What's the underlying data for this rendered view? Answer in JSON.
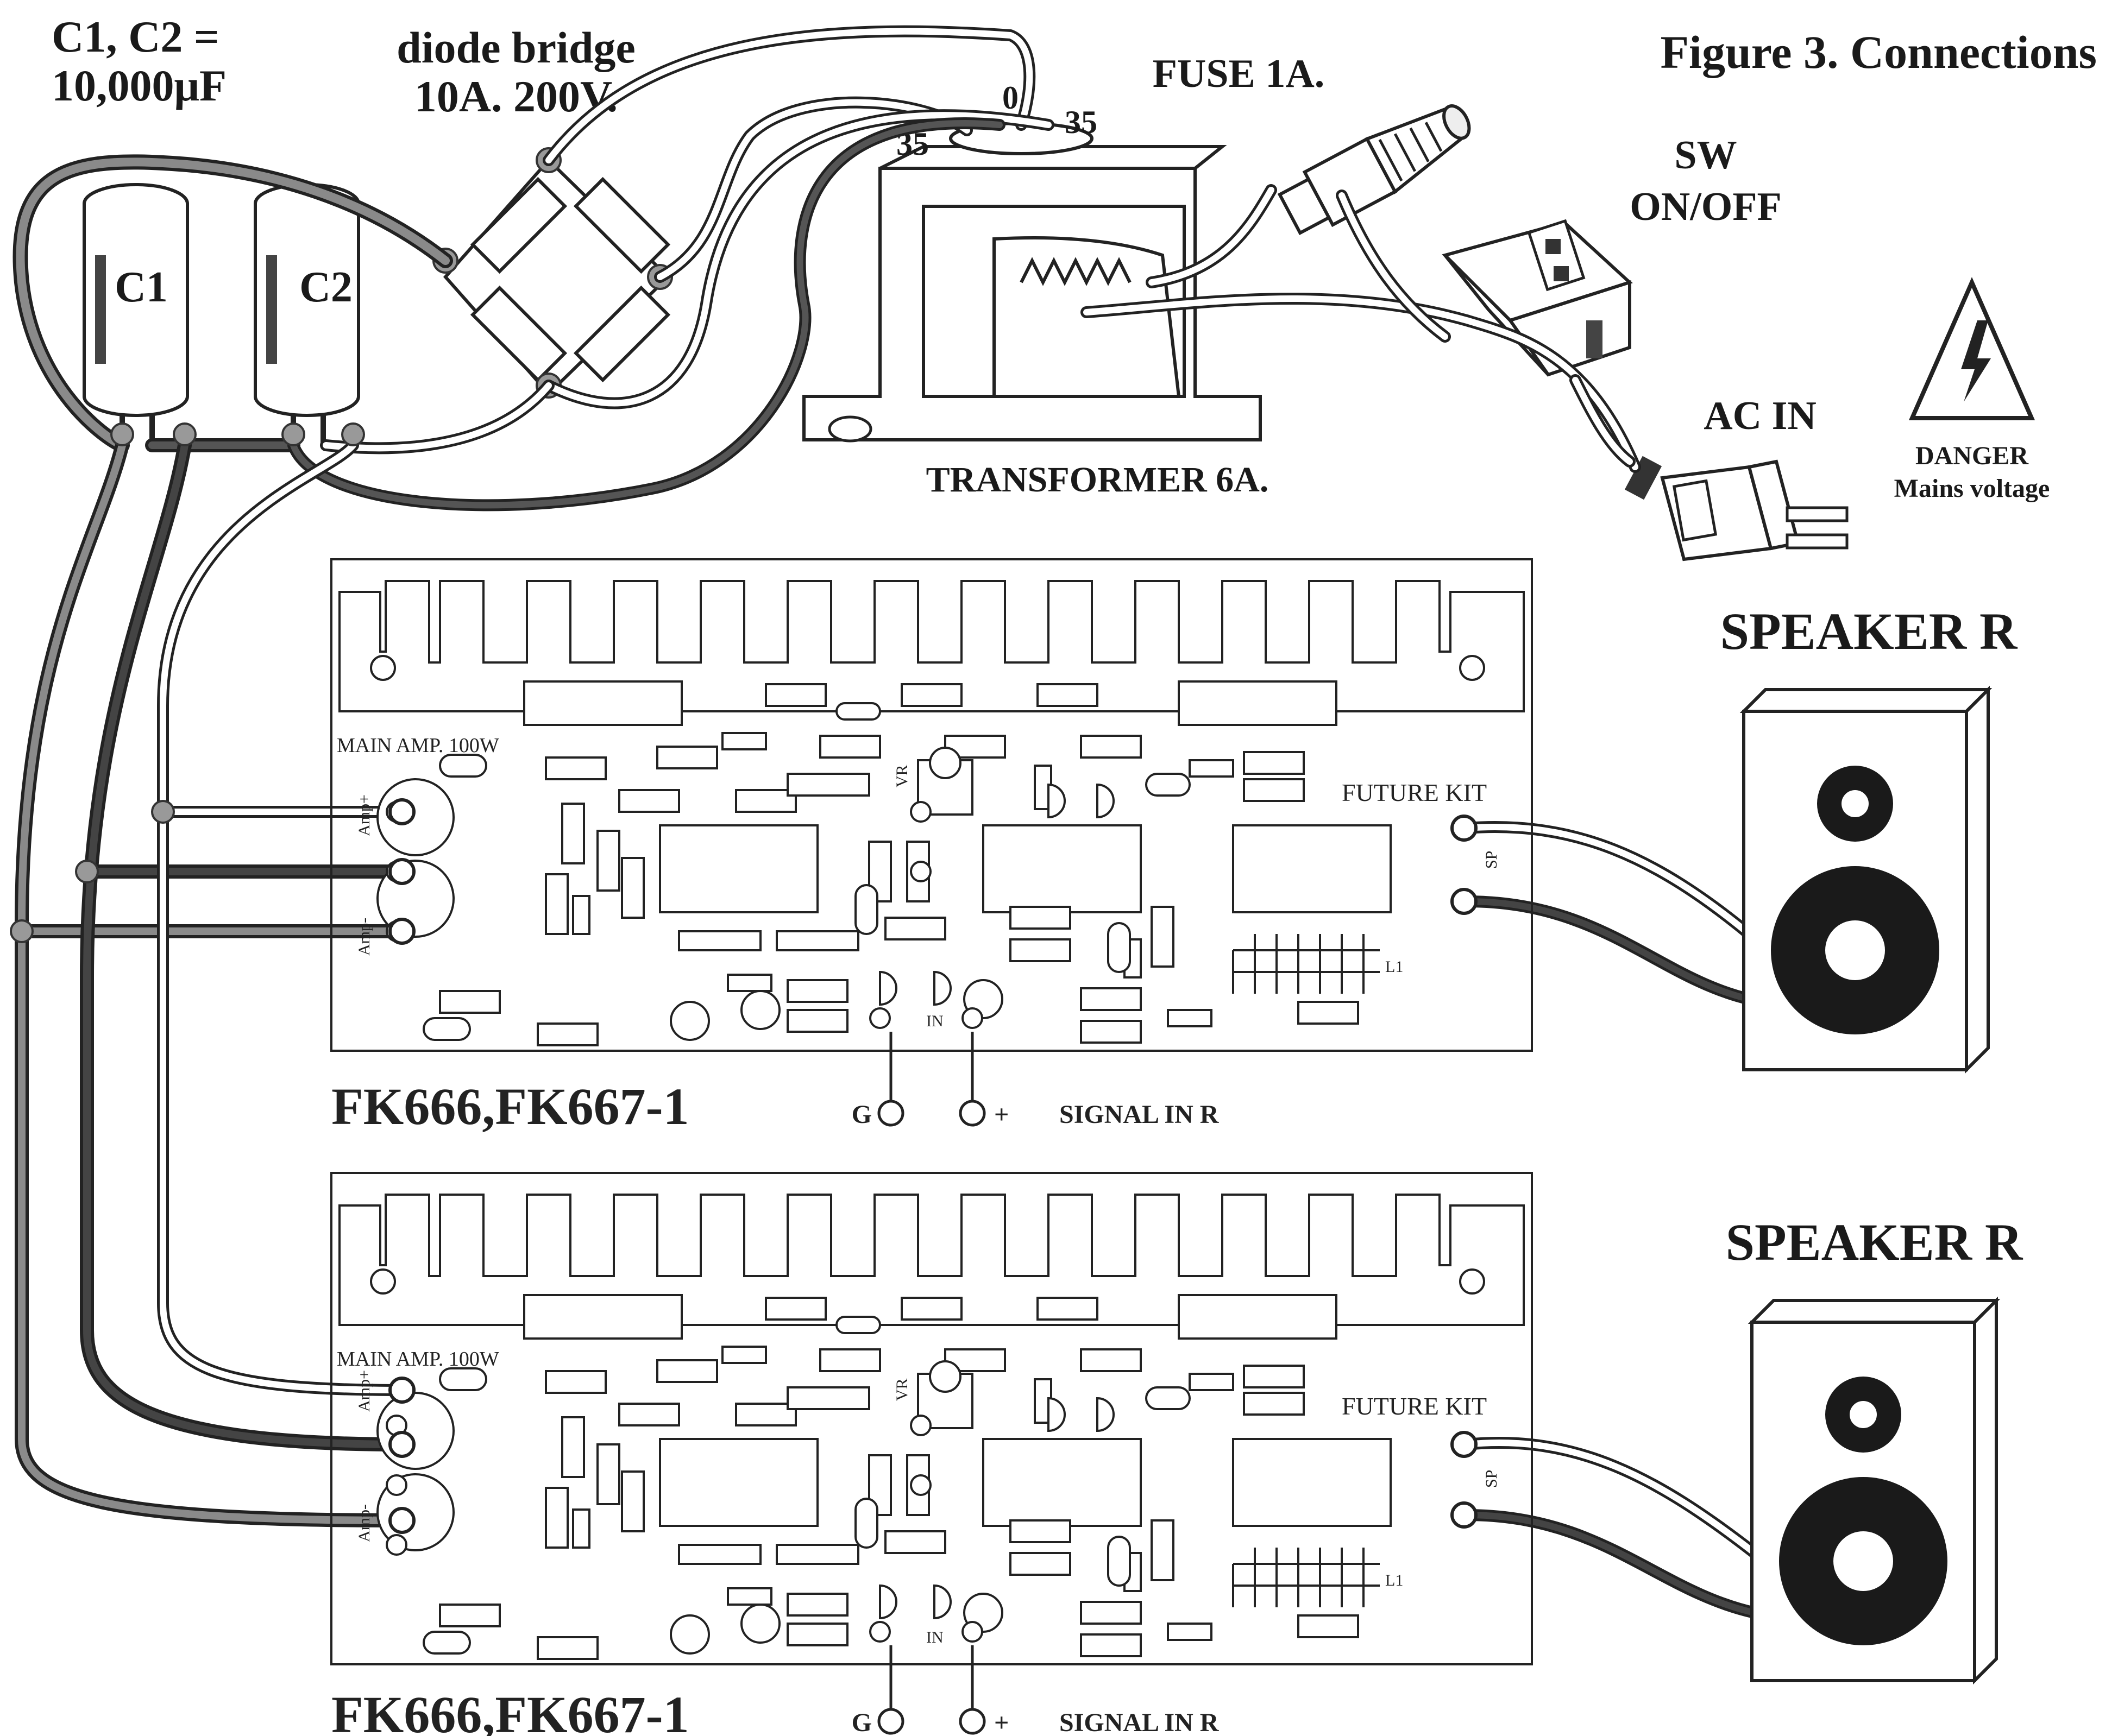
{
  "title": "Figure 3. Connections",
  "capacitors": {
    "value_line1": "C1, C2 =",
    "value_line2": "10,000μF",
    "c1": "C1",
    "c2": "C2"
  },
  "diode_bridge": {
    "line1": "diode bridge",
    "line2": "10A. 200V."
  },
  "transformer": {
    "label": "TRANSFORMER 6A.",
    "tap_left": "35",
    "tap_center": "0",
    "tap_right": "35"
  },
  "fuse": "FUSE 1A.",
  "switch": {
    "line1": "SW",
    "line2": "ON/OFF"
  },
  "ac_in": "AC IN",
  "danger": {
    "line1": "DANGER",
    "line2": "Mains voltage"
  },
  "boards": [
    {
      "main_amp": "MAIN AMP. 100W",
      "future_kit": "FUTURE KIT",
      "model": "FK666,FK667-1",
      "signal_in": "SIGNAL IN R",
      "g": "G",
      "plus": "+",
      "amp_plus": "Amp+",
      "amp_minus": "Amp-",
      "sp": "SP",
      "in": "IN",
      "l1": "L1",
      "vr": "VR"
    },
    {
      "main_amp": "MAIN AMP. 100W",
      "future_kit": "FUTURE KIT",
      "model": "FK666,FK667-1",
      "signal_in": "SIGNAL IN R",
      "g": "G",
      "plus": "+",
      "amp_plus": "Amp+",
      "amp_minus": "Amp-",
      "sp": "SP",
      "in": "IN",
      "l1": "L1",
      "vr": "VR"
    }
  ],
  "speakers": [
    {
      "label": "SPEAKER R"
    },
    {
      "label": "SPEAKER R"
    }
  ]
}
